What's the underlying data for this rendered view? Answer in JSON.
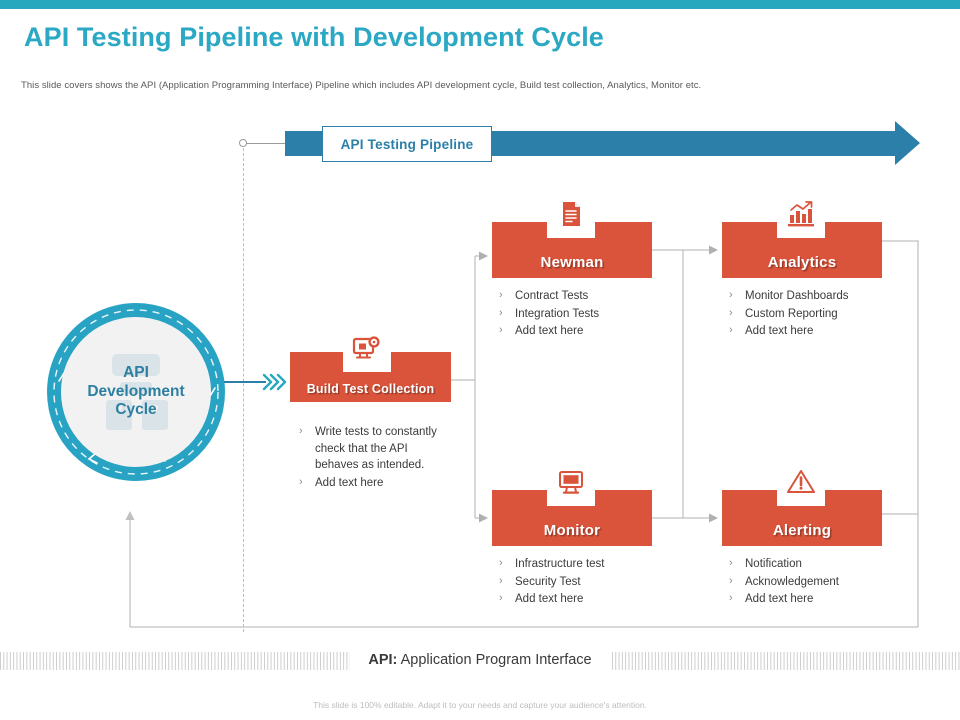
{
  "theme": {
    "accent_teal": "#27A8BE",
    "banner_blue": "#2B7FA8",
    "node_red": "#D9543B",
    "wire_gray": "#b0b0b0",
    "title_color": "#2AA8C4"
  },
  "header": {
    "title": "API Testing Pipeline with Development Cycle",
    "subtitle": "This slide covers shows the API (Application Programming  Interface) Pipeline  which includes API development cycle, Build test collection, Analytics, Monitor etc."
  },
  "banner": {
    "label": "API  Testing Pipeline"
  },
  "cycle": {
    "line1": "API",
    "line2": "Development",
    "line3": "Cycle",
    "icon": "server-database-watermark-icon"
  },
  "nodes": [
    {
      "id": "build",
      "title": "Build Test Collection",
      "icon": "monitor-gear-icon",
      "bullets": [
        "Write tests to constantly check that the API behaves as intended.",
        "Add text here"
      ]
    },
    {
      "id": "newman",
      "title": "Newman",
      "icon": "document-report-icon",
      "bullets": [
        "Contract Tests",
        "Integration Tests",
        "Add text here"
      ]
    },
    {
      "id": "analytics",
      "title": "Analytics",
      "icon": "bar-chart-trend-icon",
      "bullets": [
        "Monitor Dashboards",
        "Custom Reporting",
        "Add text here"
      ]
    },
    {
      "id": "monitor",
      "title": "Monitor",
      "icon": "computer-monitor-icon",
      "bullets": [
        "Infrastructure test",
        "Security Test",
        "Add text here"
      ]
    },
    {
      "id": "alerting",
      "title": "Alerting",
      "icon": "warning-triangle-icon",
      "bullets": [
        "Notification",
        "Acknowledgement",
        "Add text here"
      ]
    }
  ],
  "footer": {
    "abbrev": "API:",
    "expansion": " Application Program Interface",
    "note": "This slide is 100% editable. Adapt it to your needs and capture your audience's attention."
  }
}
